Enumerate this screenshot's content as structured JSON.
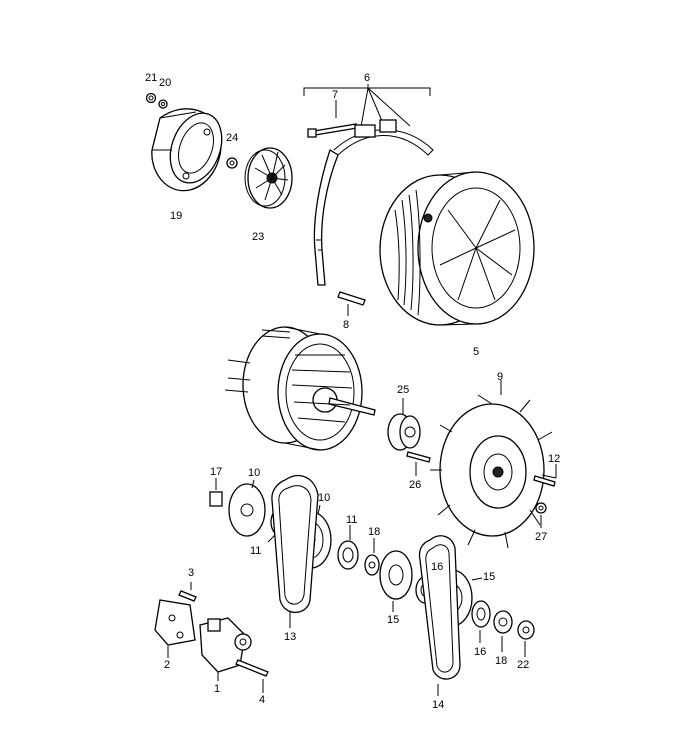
{
  "diagram": {
    "labels": [
      {
        "id": "21",
        "text": "21"
      },
      {
        "id": "20",
        "text": "20"
      },
      {
        "id": "6",
        "text": "6"
      },
      {
        "id": "7",
        "text": "7"
      },
      {
        "id": "24",
        "text": "24"
      },
      {
        "id": "19",
        "text": "19"
      },
      {
        "id": "23",
        "text": "23"
      },
      {
        "id": "8",
        "text": "8"
      },
      {
        "id": "5",
        "text": "5"
      },
      {
        "id": "25",
        "text": "25"
      },
      {
        "id": "9",
        "text": "9"
      },
      {
        "id": "12",
        "text": "12"
      },
      {
        "id": "26",
        "text": "26"
      },
      {
        "id": "27",
        "text": "27"
      },
      {
        "id": "17",
        "text": "17"
      },
      {
        "id": "10a",
        "text": "10"
      },
      {
        "id": "10b",
        "text": "10"
      },
      {
        "id": "11a",
        "text": "11"
      },
      {
        "id": "11b",
        "text": "11"
      },
      {
        "id": "18a",
        "text": "18"
      },
      {
        "id": "16a",
        "text": "16"
      },
      {
        "id": "15a",
        "text": "15"
      },
      {
        "id": "15b",
        "text": "15"
      },
      {
        "id": "3",
        "text": "3"
      },
      {
        "id": "2",
        "text": "2"
      },
      {
        "id": "13",
        "text": "13"
      },
      {
        "id": "1",
        "text": "1"
      },
      {
        "id": "4",
        "text": "4"
      },
      {
        "id": "16b",
        "text": "16"
      },
      {
        "id": "18b",
        "text": "18"
      },
      {
        "id": "22",
        "text": "22"
      },
      {
        "id": "14",
        "text": "14"
      }
    ]
  }
}
